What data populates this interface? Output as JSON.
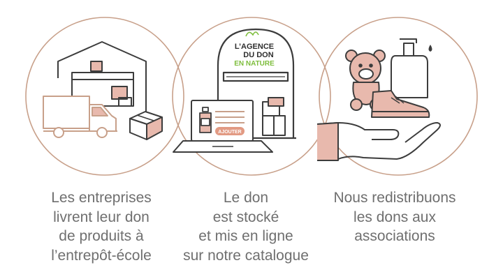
{
  "colors": {
    "circle": "#c8a08a",
    "line": "#3c3c3c",
    "pink": "#e8b9ad",
    "logo_green": "#7dbd3c",
    "button": "#e29a83",
    "caption": "#6f6f6f"
  },
  "steps": [
    {
      "icons": [
        "warehouse-icon",
        "delivery-truck-icon",
        "cardboard-box-icon"
      ],
      "caption": [
        "Les entreprises",
        "livrent leur don",
        "de produits à",
        "l’entrepôt-école"
      ]
    },
    {
      "icons": [
        "storage-building-icon",
        "laptop-icon",
        "bottle-icon",
        "shelf-boxes-icon"
      ],
      "logo": {
        "line1": "L’AGENCE",
        "line2": "DU DON",
        "line3": "EN NATURE"
      },
      "button_label": "AJOUTER",
      "caption": [
        "Le don",
        "est stocké",
        "et mis en ligne",
        "sur notre catalogue"
      ]
    },
    {
      "icons": [
        "teddy-bear-icon",
        "soap-dispenser-icon",
        "shoe-icon",
        "giving-hand-icon"
      ],
      "caption": [
        "Nous redistribuons",
        "les dons aux",
        "associations"
      ]
    }
  ]
}
